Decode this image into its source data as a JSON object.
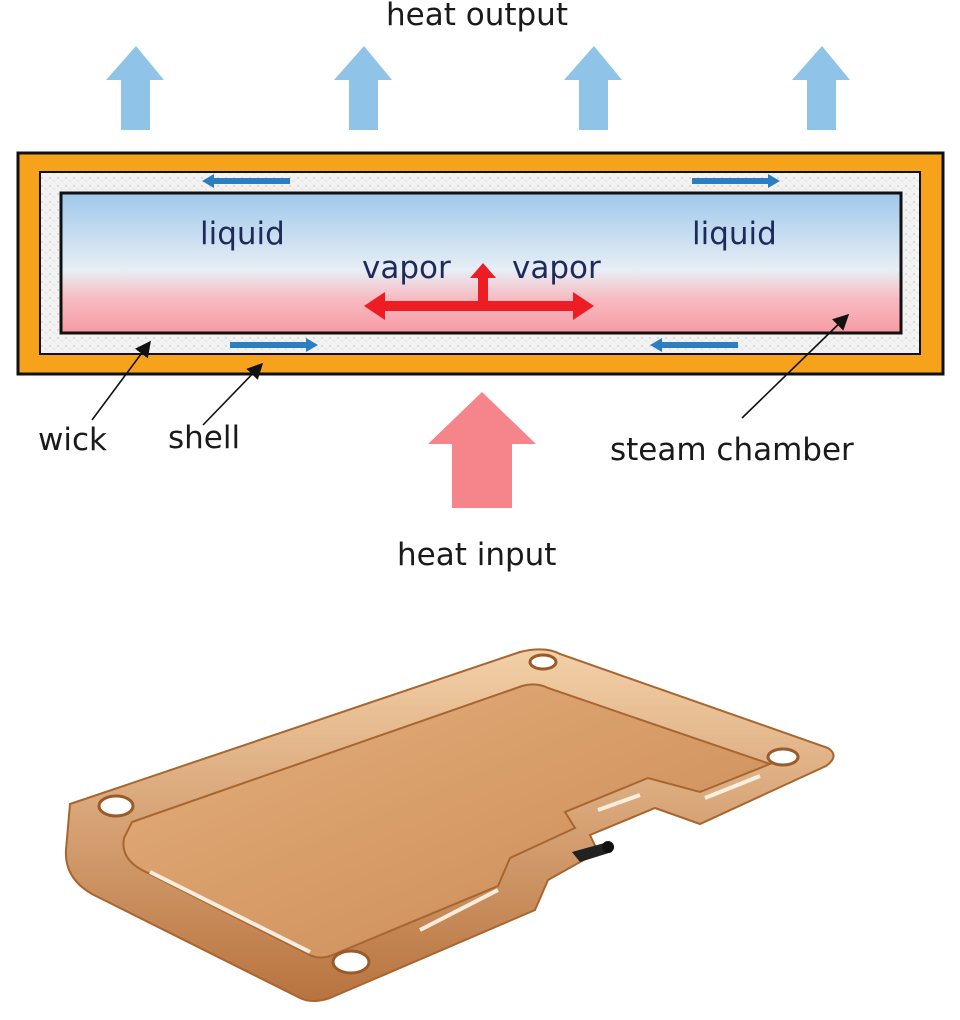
{
  "labels": {
    "heat_output": "heat output",
    "heat_input": "heat input",
    "liquid_left": "liquid",
    "liquid_right": "liquid",
    "vapor_left": "vapor",
    "vapor_right": "vapor",
    "wick": "wick",
    "shell": "shell",
    "steam_chamber": "steam chamber"
  },
  "colors": {
    "shell": "#f7a21b",
    "heat_output_arrow": "#8fc3e8",
    "heat_input_arrow": "#f5848b",
    "vapor_arrow": "#ee1c25",
    "liquid_arrow": "#2b7fc1",
    "chamber_top": "#9fc8ea",
    "chamber_bottom": "#f7a9b0",
    "copper": "#d9a06b"
  }
}
